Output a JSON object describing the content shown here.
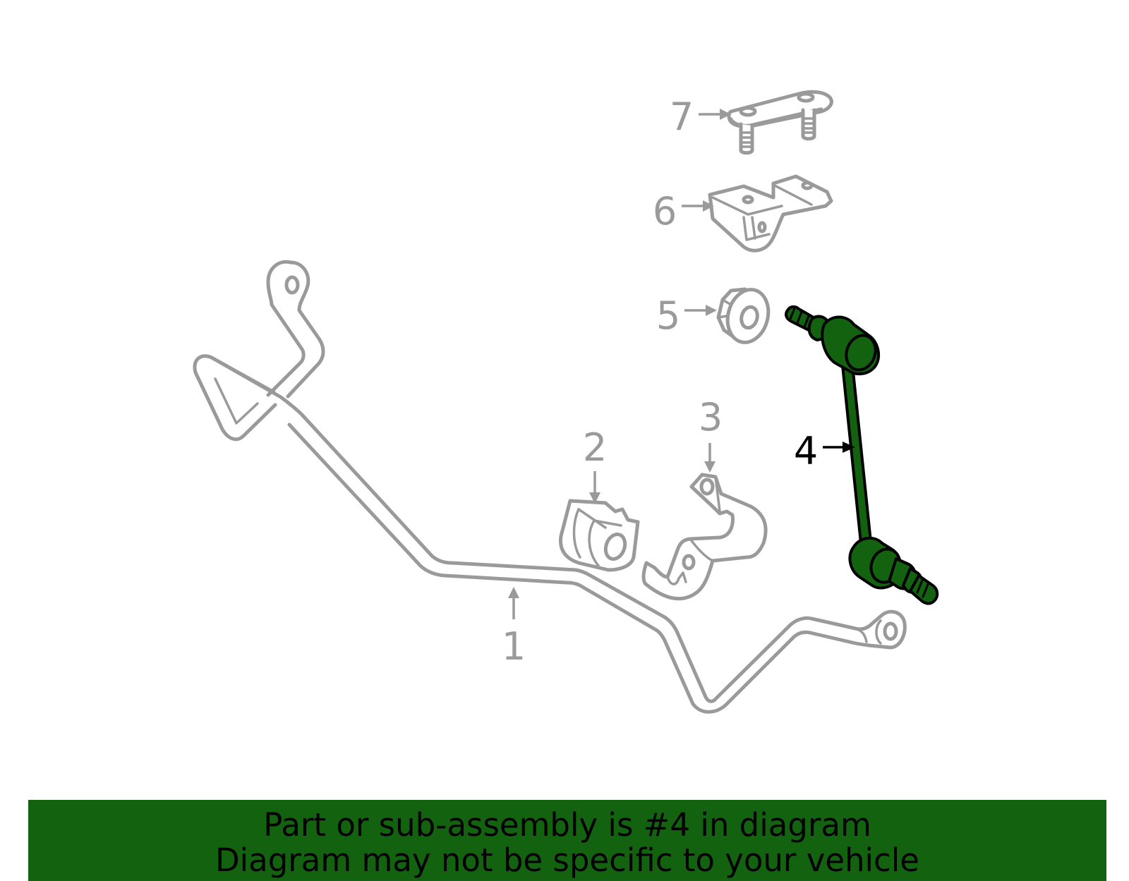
{
  "diagram": {
    "callouts": [
      {
        "number": "1",
        "highlighted": false
      },
      {
        "number": "2",
        "highlighted": false
      },
      {
        "number": "3",
        "highlighted": false
      },
      {
        "number": "4",
        "highlighted": true
      },
      {
        "number": "5",
        "highlighted": false
      },
      {
        "number": "6",
        "highlighted": false
      },
      {
        "number": "7",
        "highlighted": false
      }
    ]
  },
  "banner": {
    "line1": "Part or sub-assembly is #4 in diagram",
    "line2": "Diagram may not be specific to your vehicle"
  },
  "colors": {
    "highlight_green": "#13620f",
    "part_outline_gray": "#9a9a9a",
    "banner_green": "#13620f"
  }
}
